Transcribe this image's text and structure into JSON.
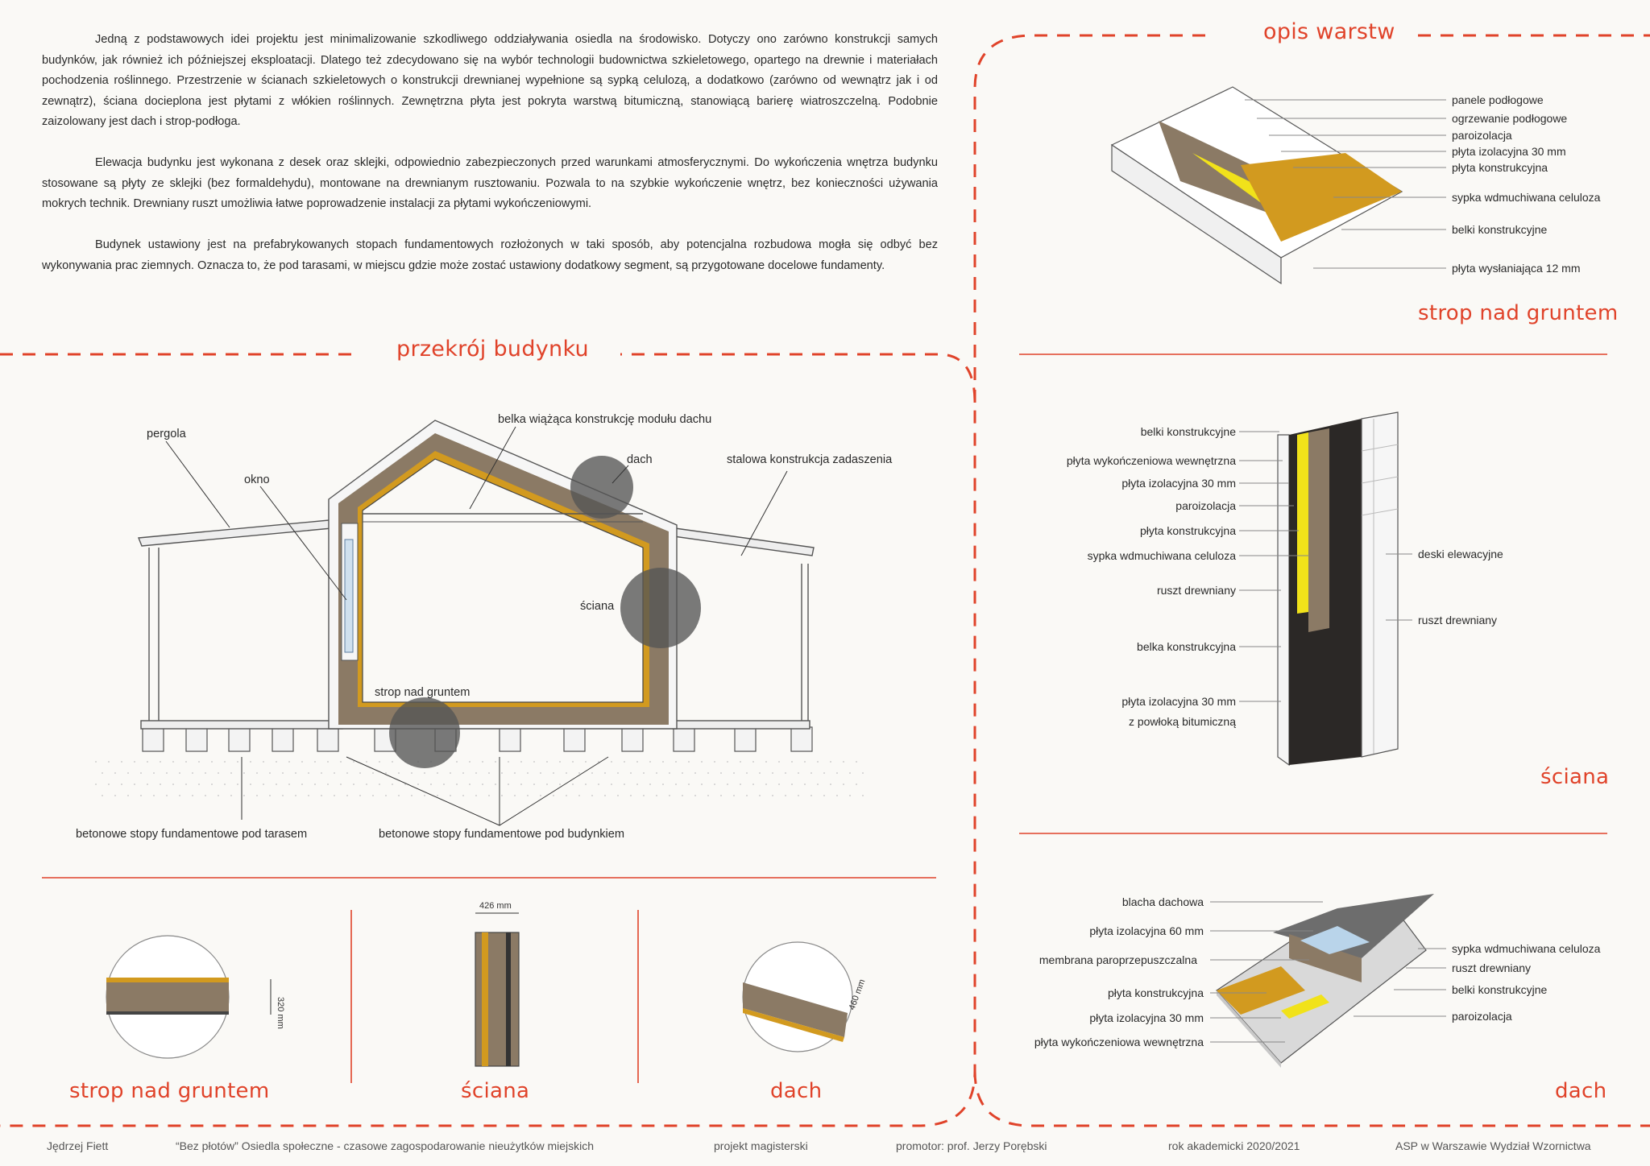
{
  "intro": {
    "paragraphs": [
      "Jedną z podstawowych idei projektu jest minimalizowanie szkodliwego oddziaływania osiedla na środowisko. Dotyczy ono zarówno konstrukcji samych budynków, jak również ich późniejszej eksploatacji. Dlatego też zdecydowano się na wybór technologii budownictwa szkieletowego, opartego na drewnie i materiałach pochodzenia roślinnego. Przestrzenie w ścianach szkieletowych o konstrukcji drewnianej wypełnione są sypką celulozą, a dodatkowo (zarówno od wewnątrz jak i od zewnątrz), ściana docieplona jest płytami z włókien roślinnych. Zewnętrzna płyta jest pokryta warstwą bitumiczną, stanowiącą barierę wiatroszczelną. Podobnie zaizolowany jest dach i strop-podłoga.",
      "Elewacja budynku jest wykonana z desek oraz sklejki, odpowiednio zabezpieczonych przed warunkami atmosferycznymi. Do wykończenia wnętrza budynku stosowane są płyty ze sklejki (bez formaldehydu), montowane na drewnianym rusztowaniu. Pozwala to na szybkie wykończenie wnętrz, bez konieczności używania mokrych technik. Drewniany ruszt umożliwia łatwe poprowadzenie instalacji za płytami wykończeniowymi.",
      "Budynek ustawiony jest na prefabrykowanych stopach fundamentowych rozłożonych w taki sposób, aby potencjalna rozbudowa mogła się odbyć bez wykonywania prac ziemnych. Oznacza to, że pod tarasami, w miejscu gdzie może zostać ustawiony dodatkowy segment, są przygotowane docelowe fundamenty."
    ]
  },
  "section": {
    "title": "przekrój budynku",
    "labels": {
      "pergola": "pergola",
      "okno": "okno",
      "belka": "belka wiążąca konstrukcję modułu dachu",
      "dach": "dach",
      "stalowa": "stalowa konstrukcja zadaszenia",
      "sciana": "ściana",
      "strop": "strop nad gruntem",
      "stopy_taras": "betonowe stopy fundamentowe pod tarasem",
      "stopy_budynek": "betonowe stopy fundamentowe pod budynkiem"
    }
  },
  "details": {
    "strop": {
      "title": "strop nad gruntem",
      "dim": "320 mm"
    },
    "sciana": {
      "title": "ściana",
      "dim": "426 mm"
    },
    "dach": {
      "title": "dach",
      "dim": "460 mm"
    }
  },
  "layers": {
    "heading": "opis warstw",
    "strop": {
      "title": "strop nad gruntem",
      "labels": [
        "panele podłogowe",
        "ogrzewanie podłogowe",
        "paroizolacja",
        "płyta izolacyjna 30 mm",
        "płyta konstrukcyjna",
        "sypka wdmuchiwana celuloza",
        "belki konstrukcyjne",
        "płyta wysłaniająca 12 mm"
      ]
    },
    "sciana": {
      "title": "ściana",
      "left_labels": [
        "belki konstrukcyjne",
        "płyta wykończeniowa wewnętrzna",
        "płyta izolacyjna 30 mm",
        "paroizolacja",
        "płyta konstrukcyjna",
        "sypka wdmuchiwana celuloza",
        "ruszt drewniany",
        "belka konstrukcyjna",
        "płyta izolacyjna 30 mm",
        "z powłoką bitumiczną"
      ],
      "right_labels": [
        "deski elewacyjne",
        "ruszt drewniany"
      ]
    },
    "dach": {
      "title": "dach",
      "left_labels": [
        "blacha dachowa",
        "płyta izolacyjna 60 mm",
        "membrana paroprzepuszczalna",
        "płyta konstrukcyjna",
        "płyta izolacyjna 30 mm",
        "płyta wykończeniowa wewnętrzna"
      ],
      "right_labels": [
        "sypka wdmuchiwana celuloza",
        "ruszt drewniany",
        "belki konstrukcyjne",
        "paroizolacja"
      ]
    }
  },
  "footer": {
    "author": "Jędrzej Fiett",
    "project": "“Bez płotów” Osiedla społeczne - czasowe zagospodarowanie nieużytków miejskich",
    "type": "projekt magisterski",
    "promotor": "promotor: prof. Jerzy Porębski",
    "year": "rok akademicki 2020/2021",
    "school": "ASP w Warszawie Wydział Wzornictwa"
  },
  "colors": {
    "accent": "#e0432a",
    "insulation": "#d29a1f",
    "vapor_barrier": "#f1e21a",
    "cellulose": "#8c7a63",
    "board": "#3a3530",
    "highlight_circle": "#666666"
  }
}
